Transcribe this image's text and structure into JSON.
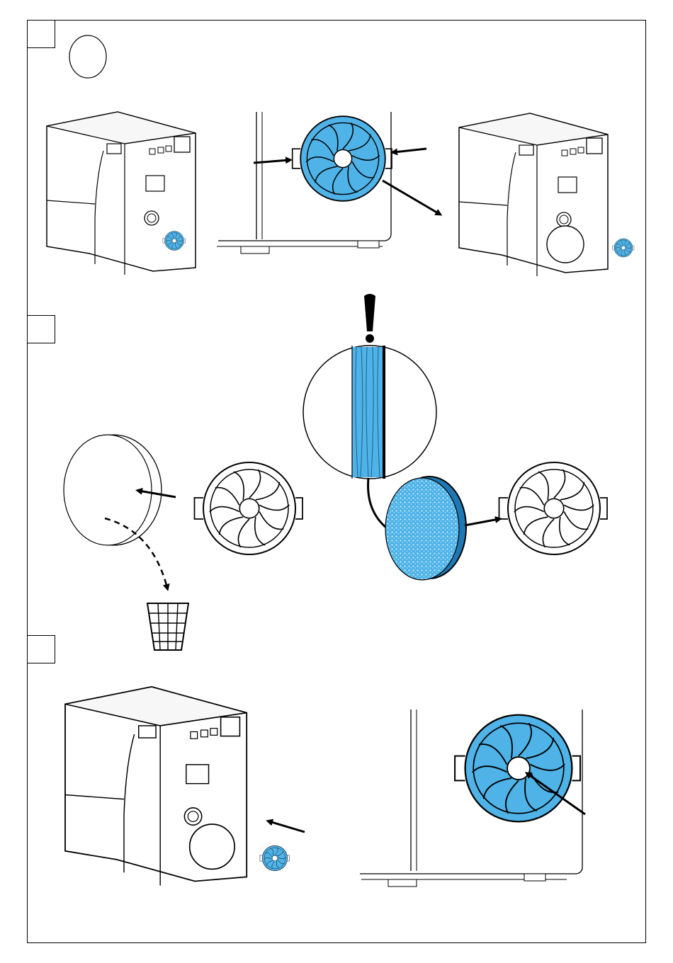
{
  "steps": [
    {
      "id": "step-1",
      "label": ""
    },
    {
      "id": "step-2",
      "label": ""
    },
    {
      "id": "step-3",
      "label": ""
    }
  ],
  "colors": {
    "filter_blue": "#4fb3e8",
    "filter_blue_dark": "#1f78b4",
    "line": "#000000",
    "unit_fill": "#ffffff",
    "unit_shade": "#f2f2f2"
  },
  "icons": [
    "caution-exclamation-icon",
    "trash-basket-icon",
    "push-arrow-icon",
    "curved-dashed-arrow-icon"
  ]
}
